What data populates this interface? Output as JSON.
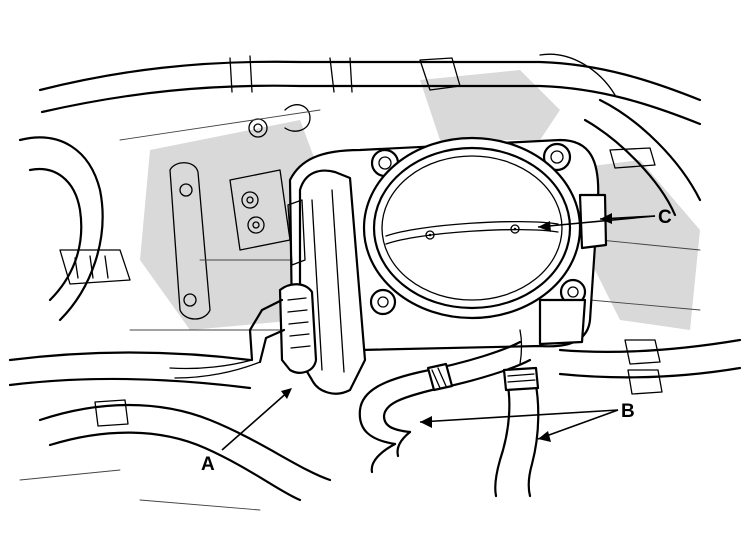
{
  "callouts": {
    "a": "A",
    "b": "B",
    "c": "C"
  },
  "callout_targets": {
    "a": "wiring-connector",
    "b": "coolant-hoses",
    "c": "throttle-plate"
  }
}
